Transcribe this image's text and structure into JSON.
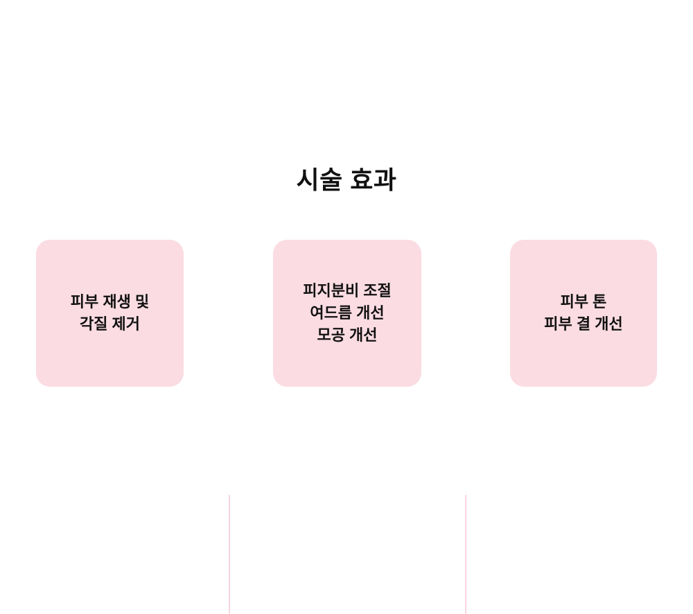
{
  "slide": {
    "background_color": "#ffffff",
    "title": "시술 효과"
  },
  "theme": {
    "card_fill": "#fbdce3",
    "divider_color": "#f9d6de",
    "text_color": "#111111"
  },
  "cards": [
    {
      "id": "card-1",
      "text": "피부 재생 및\n각질 제거",
      "lines": [
        "피부 재생 및",
        "각질 제거"
      ]
    },
    {
      "id": "card-2",
      "text": "피지분비 조절\n여드름 개선\n모공 개선",
      "lines": [
        "피지분비 조절",
        "여드름 개선",
        "모공 개선"
      ]
    },
    {
      "id": "card-3",
      "text": "피부 톤\n피부 결 개선",
      "lines": [
        "피부 톤",
        "피부 결 개선"
      ]
    }
  ]
}
